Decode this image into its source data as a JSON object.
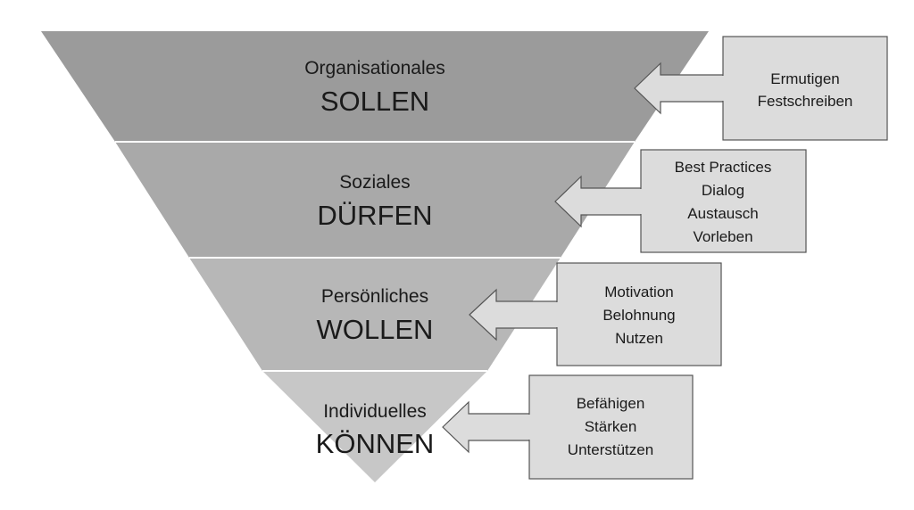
{
  "levels": [
    {
      "subtitle": "Organisationales",
      "title": "SOLLEN",
      "fill": "#9b9b9b"
    },
    {
      "subtitle": "Soziales",
      "title": "DÜRFEN",
      "fill": "#a9a9a9"
    },
    {
      "subtitle": "Persönliches",
      "title": "WOLLEN",
      "fill": "#b7b7b7"
    },
    {
      "subtitle": "Individuelles",
      "title": "KÖNNEN",
      "fill": "#c7c7c7"
    }
  ],
  "measures": [
    [
      "Ermutigen",
      "Festschreiben"
    ],
    [
      "Best Practices",
      "Dialog",
      "Austausch",
      "Vorleben"
    ],
    [
      "Motivation",
      "Belohnung",
      "Nutzen"
    ],
    [
      "Befähigen",
      "Stärken",
      "Unterstützen"
    ]
  ],
  "colors": {
    "box_fill": "#dcdcdc",
    "box_stroke": "#555555",
    "separator": "#ffffff"
  }
}
